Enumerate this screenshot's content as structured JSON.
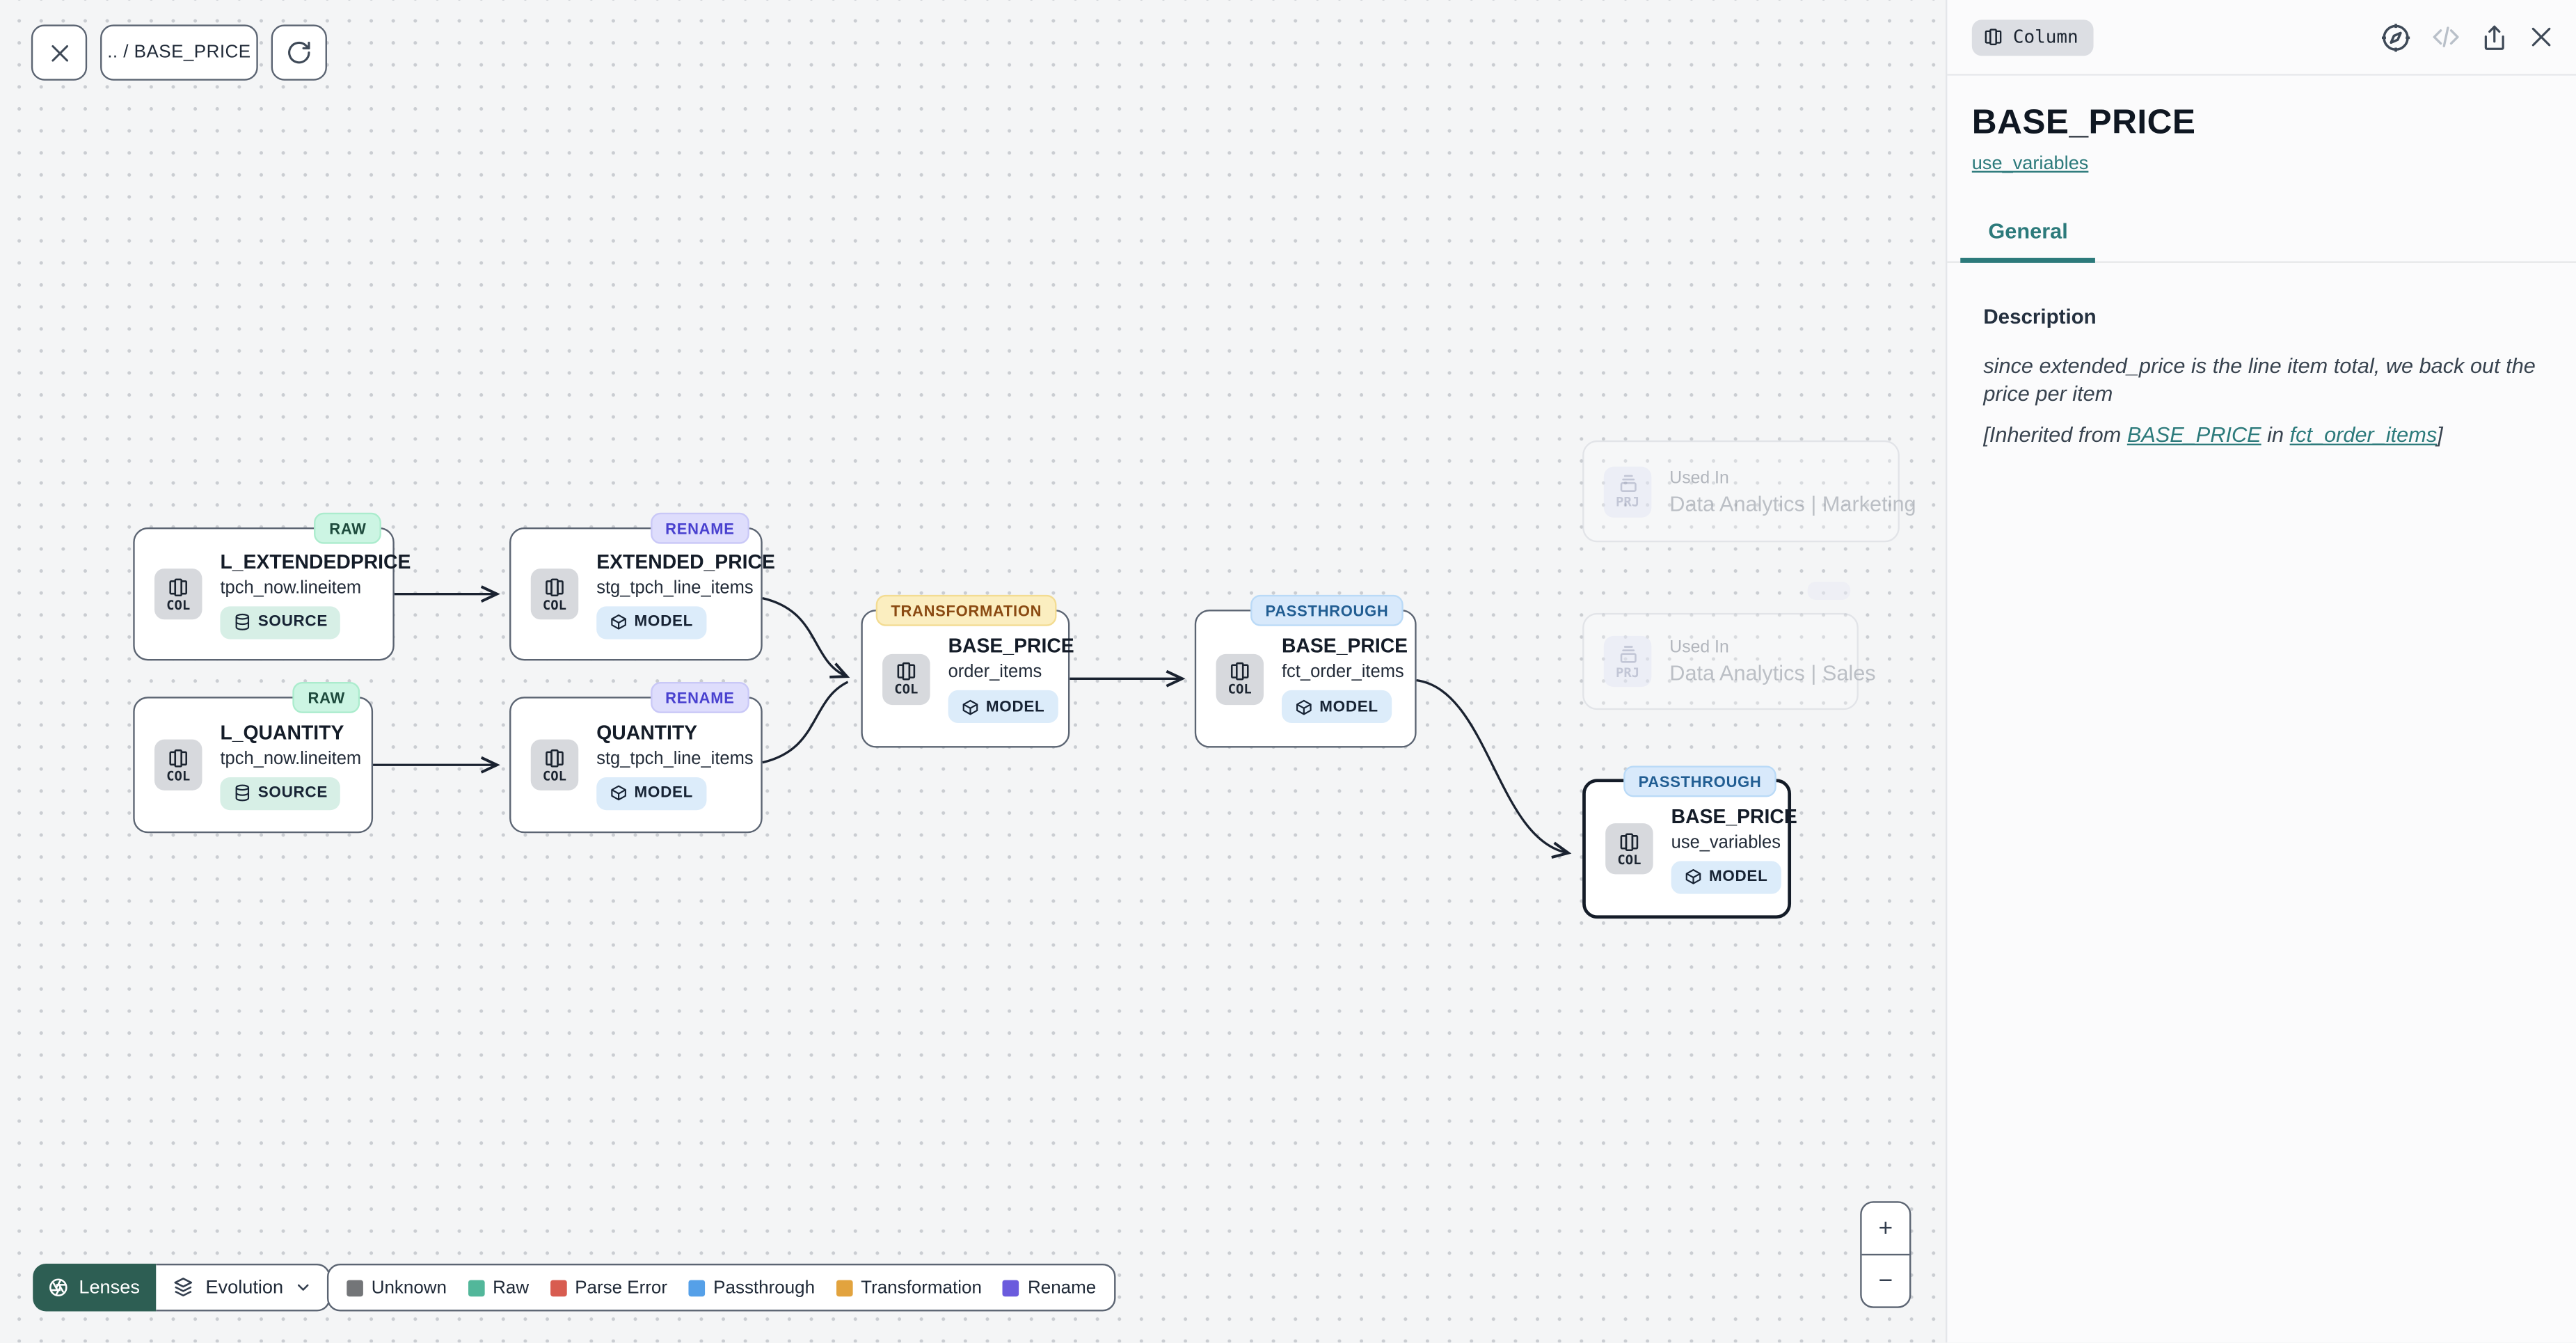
{
  "toolbar": {
    "breadcrumb": ".. / BASE_PRICE"
  },
  "canvas": {
    "nodes": [
      {
        "category": "RAW",
        "kind": "COL",
        "title": "L_EXTENDEDPRICE",
        "subtitle": "tpch_now.lineitem",
        "tag": "SOURCE"
      },
      {
        "category": "RENAME",
        "kind": "COL",
        "title": "EXTENDED_PRICE",
        "subtitle": "stg_tpch_line_items",
        "tag": "MODEL"
      },
      {
        "category": "RAW",
        "kind": "COL",
        "title": "L_QUANTITY",
        "subtitle": "tpch_now.lineitem",
        "tag": "SOURCE"
      },
      {
        "category": "RENAME",
        "kind": "COL",
        "title": "QUANTITY",
        "subtitle": "stg_tpch_line_items",
        "tag": "MODEL"
      },
      {
        "category": "TRANSFORMATION",
        "kind": "COL",
        "title": "BASE_PRICE",
        "subtitle": "order_items",
        "tag": "MODEL"
      },
      {
        "category": "PASSTHROUGH",
        "kind": "COL",
        "title": "BASE_PRICE",
        "subtitle": "fct_order_items",
        "tag": "MODEL"
      },
      {
        "category": "PASSTHROUGH",
        "kind": "COL",
        "title": "BASE_PRICE",
        "subtitle": "use_variables",
        "tag": "MODEL",
        "selected": true
      }
    ],
    "ghosts": [
      {
        "kind": "PRJ",
        "title": "Used In",
        "subtitle": "Data Analytics | Marketing"
      },
      {
        "kind": "PRJ",
        "title": "Used In",
        "subtitle": "Data Analytics | Sales"
      }
    ],
    "lenses": {
      "label": "Lenses",
      "selected": "Evolution"
    },
    "legend": {
      "items": [
        {
          "label": "Unknown",
          "color": "#737578"
        },
        {
          "label": "Raw",
          "color": "#52b79a"
        },
        {
          "label": "Parse Error",
          "color": "#d85c50"
        },
        {
          "label": "Passthrough",
          "color": "#55a0e8"
        },
        {
          "label": "Transformation",
          "color": "#e2a33e"
        },
        {
          "label": "Rename",
          "color": "#6b5bdd"
        }
      ]
    },
    "colors": {
      "edge": "#1a2230",
      "canvas_bg": "#f4f5f6"
    }
  },
  "zoom_controls": {
    "zoom_in": "+",
    "zoom_out": "−"
  },
  "panel": {
    "kind_badge": "Column",
    "title": "BASE_PRICE",
    "model_link": "use_variables",
    "tab_general": "General",
    "description_label": "Description",
    "description_text": "since extended_price is the line item total, we back out the price per item",
    "inherited_prefix": "[Inherited from ",
    "inherited_link_column": "BASE_PRICE",
    "inherited_middle": " in ",
    "inherited_link_model": "fct_order_items",
    "inherited_suffix": "]",
    "accent_color": "#2c7a7b"
  }
}
